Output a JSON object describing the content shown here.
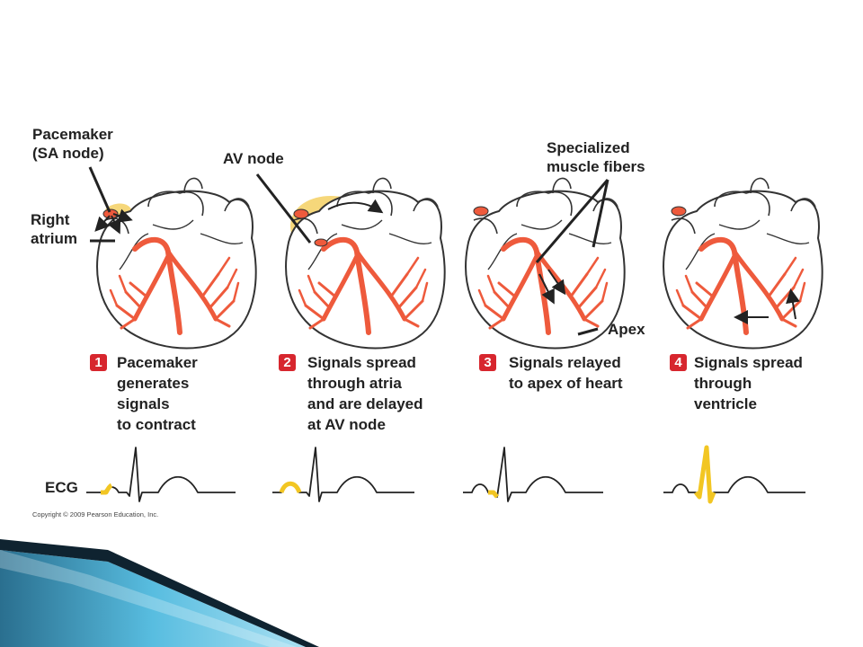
{
  "labels": {
    "pacemaker": "Pacemaker\n(SA node)",
    "av_node": "AV node",
    "right_atrium": "Right\natrium",
    "specialized": "Specialized\nmuscle fibers",
    "apex": "Apex",
    "ecg": "ECG"
  },
  "steps": [
    {
      "number": "1",
      "text": "Pacemaker\ngenerates\nsignals\nto contract"
    },
    {
      "number": "2",
      "text": "Signals spread\nthrough atria\nand are delayed\nat AV node"
    },
    {
      "number": "3",
      "text": "Signals relayed\nto apex of heart"
    },
    {
      "number": "4",
      "text": "Signals spread\nthrough\nventricle"
    }
  ],
  "copyright": "Copyright © 2009 Pearson Education, Inc.",
  "colors": {
    "highlight": "#f6d77a",
    "conduction": "#ee5a3c",
    "outline": "#333333",
    "badge": "#d7262e",
    "banner_dark": "#0f2330",
    "banner_light": "#4fb3d9"
  }
}
